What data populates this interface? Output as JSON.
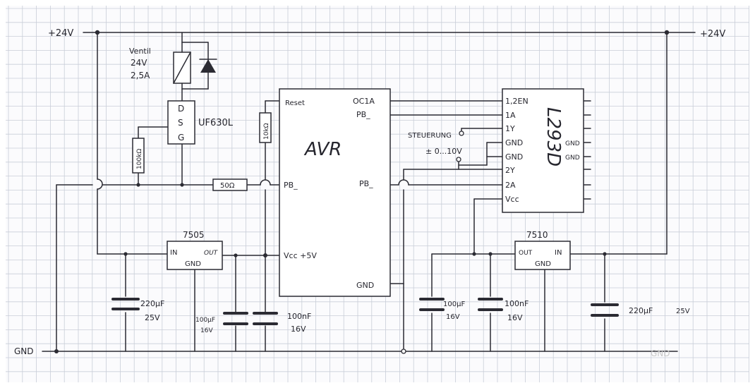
{
  "supply": {
    "left_label": "+24V",
    "right_label": "+24V",
    "gnd_label": "GND",
    "gnd_right_label": "GND"
  },
  "valve": {
    "line1": "Ventil",
    "line2": "24V",
    "line3": "2,5A"
  },
  "mosfet": {
    "name": "UF630L",
    "pin_d": "D",
    "pin_s": "S",
    "pin_g": "G"
  },
  "resistors": {
    "gate_pulldown": "100kΩ",
    "series": "50Ω",
    "reset_pullup": "10kΩ"
  },
  "avr": {
    "name": "AVR",
    "pin_reset": "Reset",
    "pin_oc1a": "OC1A",
    "pin_pb_right_top": "PB_",
    "pin_pb_left": "PB_",
    "pin_pb_right_mid": "PB_",
    "pin_vcc": "Vcc +5V",
    "pin_gnd": "GND"
  },
  "regulator_5v": {
    "name": "7505",
    "pin_in": "IN",
    "pin_out": "OUT",
    "pin_gnd": "GND"
  },
  "regulator_10v": {
    "name": "7510",
    "pin_in": "IN",
    "pin_out": "OUT",
    "pin_gnd": "GND"
  },
  "driver": {
    "name": "L293D",
    "pins_left": [
      "1,2EN",
      "1A",
      "1Y",
      "GND",
      "GND",
      "2Y",
      "2A",
      "Vcc"
    ],
    "pins_right": [
      "GND",
      "GND"
    ]
  },
  "control": {
    "label": "STEUERUNG",
    "range": "± 0...10V"
  },
  "capacitors": {
    "c1_value": "220µF",
    "c1_voltage": "25V",
    "c2_value": "100µF",
    "c2_voltage": "16V",
    "c3_value": "100nF",
    "c3_voltage": "16V",
    "c4_value": "100µF",
    "c4_voltage": "16V",
    "c5_value": "100nF",
    "c5_voltage": "16V",
    "c6_value": "220µF",
    "c6_voltage": "25V"
  }
}
